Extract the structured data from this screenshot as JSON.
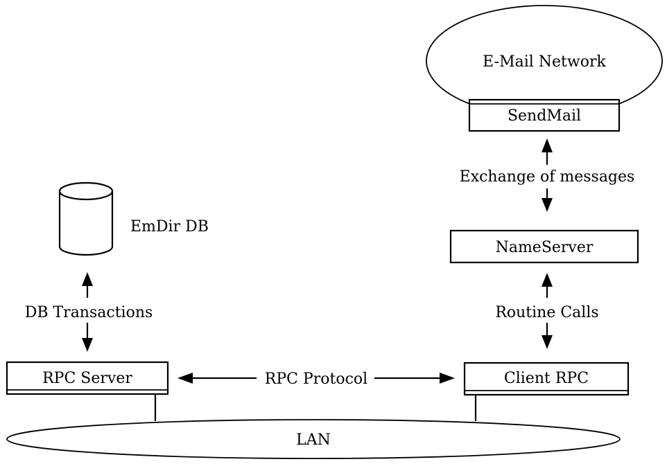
{
  "diagram": {
    "email_network": "E-Mail Network",
    "sendmail": "SendMail",
    "exchange_label": "Exchange of messages",
    "nameserver": "NameServer",
    "routine_calls": "Routine Calls",
    "client_rpc": "Client RPC",
    "emdir_db": "EmDir DB",
    "db_transactions": "DB Transactions",
    "rpc_server": "RPC Server",
    "rpc_protocol": "RPC Protocol",
    "lan": "LAN"
  }
}
